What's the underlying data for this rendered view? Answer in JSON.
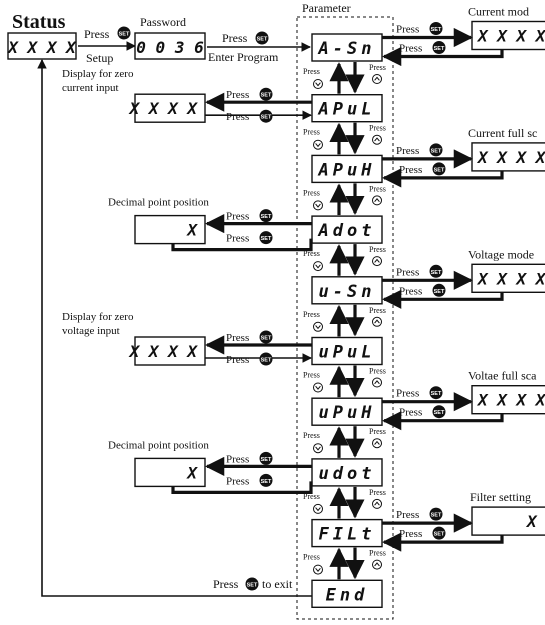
{
  "status_title": "Status",
  "status_display": "X X X X",
  "password_title": "Password",
  "password_display": "0 0 3 6",
  "parameter_title": "Parameter",
  "press_text": "Press",
  "key_label": "SET",
  "setup_text": "Setup",
  "enter_program_text": "Enter Program",
  "exit_text": "to exit",
  "parameters": [
    {
      "code": "A-Sn"
    },
    {
      "code": "APuL"
    },
    {
      "code": "APuH"
    },
    {
      "code": "Adot"
    },
    {
      "code": "u-Sn"
    },
    {
      "code": "uPuL"
    },
    {
      "code": "uPuH"
    },
    {
      "code": "udot"
    },
    {
      "code": "FILt"
    },
    {
      "code": "End"
    }
  ],
  "left_labels": [
    {
      "line1": "Display for zero",
      "line2": "current input",
      "value": "X X X X"
    },
    {
      "line1": "Decimal point position",
      "line2": "",
      "value": "X"
    },
    {
      "line1": "Display for zero",
      "line2": "voltage input",
      "value": "X X X X"
    },
    {
      "line1": "Decimal point position",
      "line2": "",
      "value": "X"
    }
  ],
  "right_labels": [
    {
      "label": "Current mod",
      "value": "X X X X"
    },
    {
      "label": "Current full sc",
      "value": "X X X X"
    },
    {
      "label": "Voltage mode",
      "value": "X X X X"
    },
    {
      "label": "Voltae full sca",
      "value": "X X X X"
    },
    {
      "label": "Filter setting",
      "value": "X"
    }
  ],
  "colors": {
    "line": "#111111",
    "background": "#ffffff"
  },
  "icons": [
    "set-key-icon",
    "up-key-icon",
    "down-key-icon"
  ]
}
